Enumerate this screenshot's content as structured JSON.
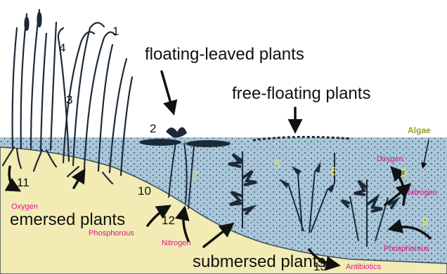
{
  "labels": {
    "floating_leaved": "floating-leaved plants",
    "free_floating": "free-floating plants",
    "emersed": "emersed plants",
    "submersed": "submersed plants",
    "algae": "Algae"
  },
  "numbers": {
    "n1": "1",
    "n2": "2",
    "n3": "3",
    "n4": "4",
    "n5": "5",
    "n6": "6",
    "n7": "7",
    "n8": "8",
    "n9": "9",
    "n10": "10",
    "n11": "11",
    "n12": "12",
    "n13": "13"
  },
  "nutrients": {
    "oxygen_left": "Oxygen",
    "phosphorous_left": "Phosphorous",
    "nitrogen_left": "Nitrogen",
    "oxygen_right": "Oxygen",
    "nitrogen_right": "Nitrogen",
    "phosphorous_right": "Phosphorous",
    "antibiotics": "Antibiotics"
  },
  "colors": {
    "water": "#a9c6da",
    "sediment": "#f2ecb4",
    "plant": "#1c2a38",
    "magenta_text": "#e0148c",
    "yellow_number": "#e6e64a",
    "algae_text": "#9a9a2a"
  }
}
